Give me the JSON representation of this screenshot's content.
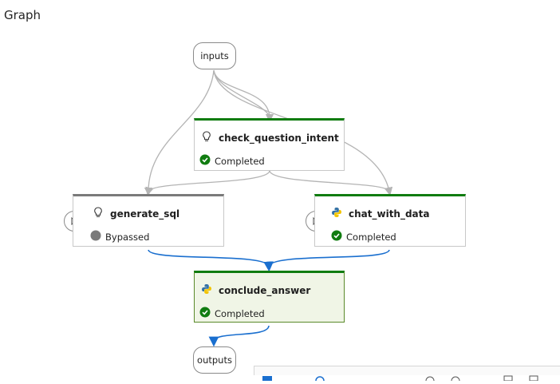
{
  "header": {
    "title": "Graph"
  },
  "graph": {
    "inputs_label": "inputs",
    "outputs_label": "outputs",
    "nodes": [
      {
        "name": "check_question_intent",
        "icon": "lightbulb-icon",
        "status": "Completed"
      },
      {
        "name": "generate_sql",
        "icon": "lightbulb-icon",
        "status": "Bypassed"
      },
      {
        "name": "chat_with_data",
        "icon": "python-icon",
        "status": "Completed"
      },
      {
        "name": "conclude_answer",
        "icon": "python-icon",
        "status": "Completed"
      }
    ]
  },
  "colors": {
    "completed": "#107c10",
    "bypassed": "#7a7a7a",
    "edge_default": "#b4b4b4",
    "edge_active": "#1a6fcf",
    "selected_bg": "#f0f5e6"
  }
}
